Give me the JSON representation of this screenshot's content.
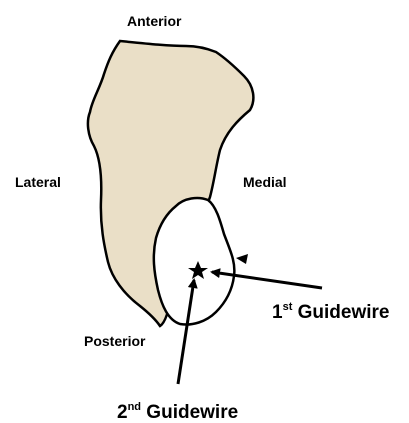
{
  "labels": {
    "anterior": "Anterior",
    "lateral": "Lateral",
    "medial": "Medial",
    "posterior": "Posterior",
    "guidewire_1": {
      "ordinal": "1",
      "suffix": "st",
      "text": " Guidewire"
    },
    "guidewire_2": {
      "ordinal": "2",
      "suffix": "nd",
      "text": " Guidewire"
    }
  },
  "colors": {
    "bone_fill": "#eadfc7",
    "region_fill": "#ffffff",
    "outline": "#000000"
  },
  "icons": {
    "entry_point": "star-icon",
    "arrowhead": "arrowhead-icon"
  }
}
